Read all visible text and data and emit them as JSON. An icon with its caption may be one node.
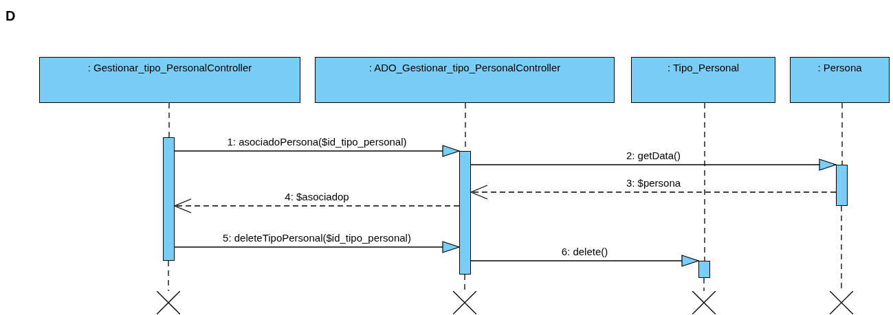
{
  "diagram": {
    "nodes": [
      {
        "text": [
          ": Gestionar_tipo_PersonalController"
        ]
      },
      {
        "text": [
          ": ADO_Gestionar_tipo_PersonalController"
        ]
      },
      {
        "text": [
          ": Tipo_Personal"
        ]
      },
      {
        "text": [
          ": Persona"
        ]
      },
      {
        "text": [],
        "shape": "bar"
      },
      {
        "text": [],
        "shape": "bar"
      },
      {
        "text": [],
        "shape": "bar"
      },
      {
        "text": [],
        "shape": "bar"
      },
      {
        "text": [],
        "shape": "cross"
      },
      {
        "text": [],
        "shape": "cross"
      },
      {
        "text": [],
        "shape": "cross"
      },
      {
        "text": [],
        "shape": "cross"
      }
    ],
    "edges": [
      {
        "from": 4,
        "to": 5,
        "arrow": "to",
        "label": "1: asociadoPersona($id_tipo_personal)"
      },
      {
        "from": 5,
        "to": 7,
        "arrow": "to",
        "label": "2: getData()"
      },
      {
        "from": 7,
        "to": 5,
        "arrow": "to",
        "label": "3: $persona",
        "style": "dashed"
      },
      {
        "from": 5,
        "to": 4,
        "arrow": "to",
        "label": "4: $asociadop",
        "style": "dashed"
      },
      {
        "from": 4,
        "to": 5,
        "arrow": "to",
        "label": "5: deleteTipoPersonal($id_tipo_personal)"
      },
      {
        "from": 5,
        "to": 6,
        "arrow": "to",
        "label": "6: delete()"
      },
      {
        "from": 0,
        "to": 4,
        "arrow": "none",
        "style": "dashed"
      },
      {
        "from": 4,
        "to": 8,
        "arrow": "none",
        "style": "dashed"
      },
      {
        "from": 1,
        "to": 5,
        "arrow": "none",
        "style": "dashed"
      },
      {
        "from": 5,
        "to": 9,
        "arrow": "none",
        "style": "dashed"
      },
      {
        "from": 2,
        "to": 6,
        "arrow": "none",
        "style": "dashed"
      },
      {
        "from": 6,
        "to": 10,
        "arrow": "none",
        "style": "dashed"
      },
      {
        "from": 3,
        "to": 7,
        "arrow": "none",
        "style": "dashed"
      },
      {
        "from": 7,
        "to": 11,
        "arrow": "none",
        "style": "dashed"
      }
    ],
    "labels": [
      "D"
    ]
  }
}
